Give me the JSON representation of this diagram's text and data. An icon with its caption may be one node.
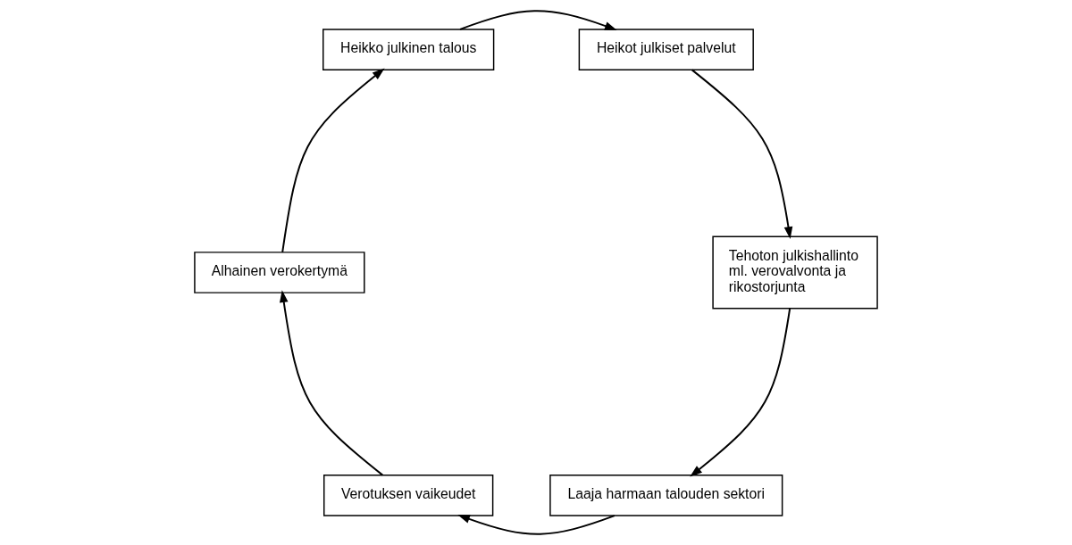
{
  "diagram": {
    "nodes": [
      {
        "text": [
          "Laaja harmaan talouden sektori"
        ]
      },
      {
        "text": [
          "Tehoton julkishallinto ml. verovalvonta ja rikostorjunta"
        ]
      },
      {
        "text": [
          "Verotuksen vaikeudet"
        ]
      },
      {
        "text": [
          "Heikot julkiset palvelut"
        ]
      },
      {
        "text": [
          "Alhainen verokertymä"
        ]
      },
      {
        "text": [
          "Heikko julkinen talous"
        ]
      }
    ],
    "edges": [
      {
        "from": 0,
        "to": 2,
        "arrow": "to"
      },
      {
        "from": 2,
        "to": 4,
        "arrow": "to"
      },
      {
        "from": 4,
        "to": 5,
        "arrow": "to"
      },
      {
        "from": 5,
        "to": 3,
        "arrow": "to"
      },
      {
        "from": 3,
        "to": 1,
        "arrow": "to"
      },
      {
        "from": 1,
        "to": 0,
        "arrow": "to"
      }
    ]
  }
}
